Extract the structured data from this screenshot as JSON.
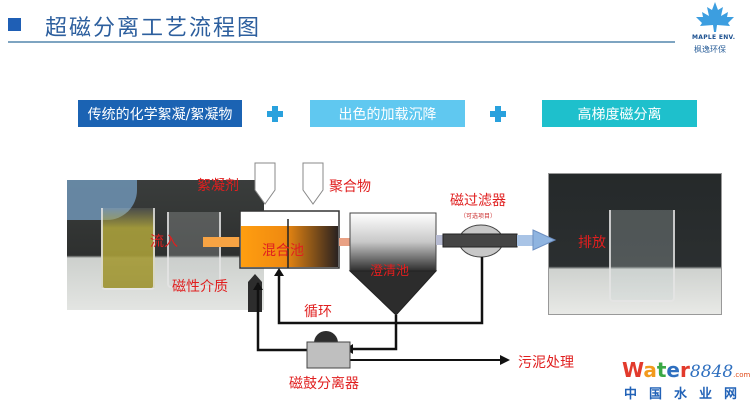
{
  "header": {
    "title": "超磁分离工艺流程图",
    "logo": {
      "icon": "maple-leaf-icon",
      "english": "MAPLE ENV.",
      "chinese": "枫逸环保"
    }
  },
  "banners": [
    {
      "label": "传统的化学絮凝/絮凝物",
      "color": "#1b63b3"
    },
    {
      "label": "出色的加载沉降",
      "color": "#60c8f0"
    },
    {
      "label": "高梯度磁分离",
      "color": "#1ec0cc"
    }
  ],
  "plus_icons": [
    "plus-icon",
    "plus-icon"
  ],
  "diagram": {
    "coagulant": "絮凝剂",
    "polymer": "聚合物",
    "inflow": "流入",
    "magnetic_media": "磁性介质",
    "mixing_tank": "混合池",
    "clarifier": "澄清池",
    "magnetic_filter": "磁过滤器",
    "magnetic_filter_note": "（可选项目）",
    "discharge": "排放",
    "recycle": "循环",
    "drum_separator": "磁鼓分离器",
    "sludge_treatment": "污泥处理"
  },
  "watermark": {
    "brand_word": "Water",
    "brand_number": "8848",
    "domain": ".com",
    "chinese": "中国水业网"
  }
}
